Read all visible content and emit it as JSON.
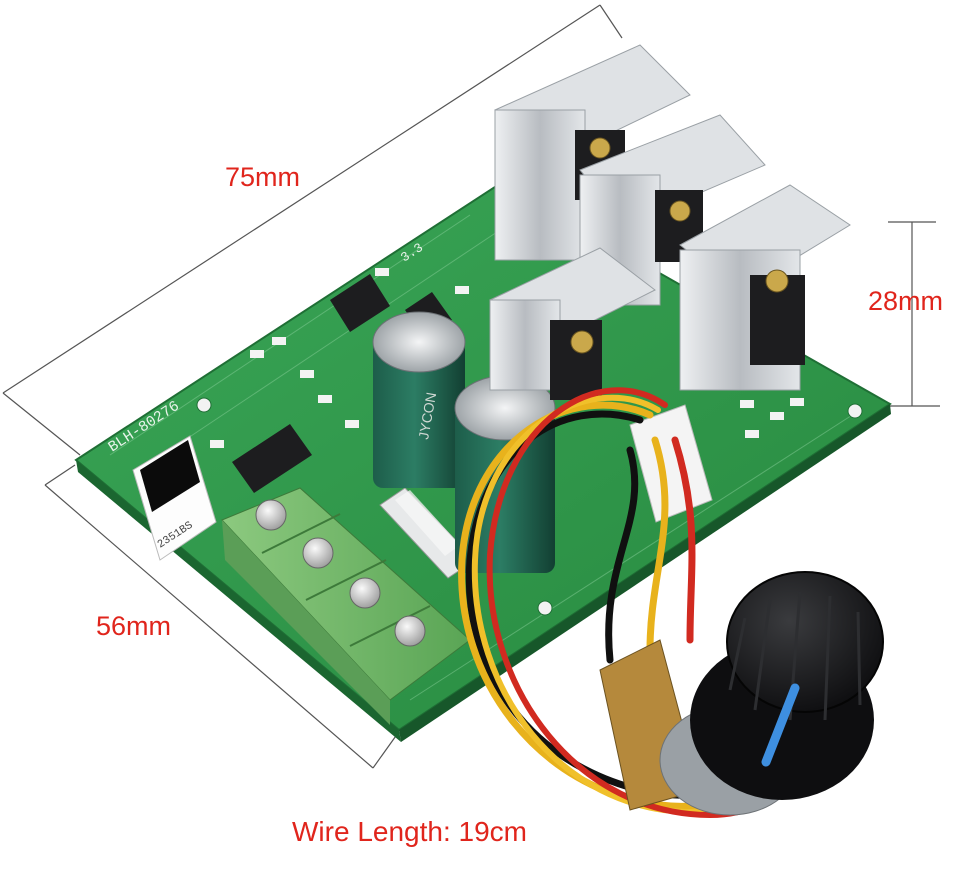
{
  "dimensions": {
    "length": "75mm",
    "height": "28mm",
    "width": "56mm"
  },
  "wire_length": "Wire Length: 19cm",
  "board": {
    "model": "BLH-80276",
    "display_code": "2351BS",
    "capacitor_text": "JYCON",
    "regulator_mark": "3.3"
  },
  "colors": {
    "pcb": "#2f9e4c",
    "terminal": "#79bd6e",
    "heatsink": "#c9cdd1",
    "label_red": "#e0251c",
    "knob": "#1c1c1e",
    "knob_marker": "#3e8fe0"
  }
}
